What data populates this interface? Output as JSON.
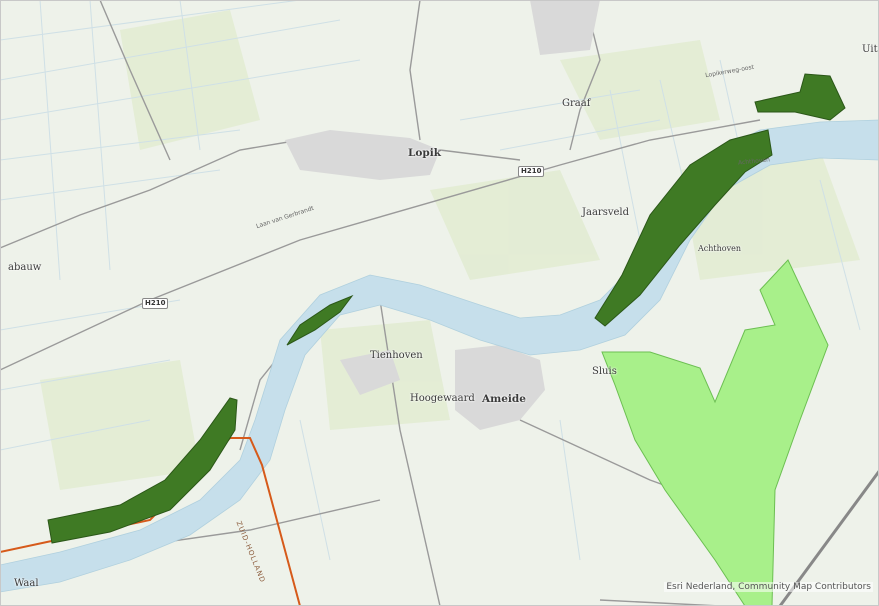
{
  "places": {
    "lopik": "Lopik",
    "graaf": "Graaf",
    "jaarsveld": "Jaarsveld",
    "achthoven": "Achthoven",
    "tienhoven": "Tienhoven",
    "hoogewaard": "Hoogewaard",
    "ameide": "Ameide",
    "sluis": "Sluis",
    "waal": "Waal",
    "uit": "Uit",
    "abauw": "abauw"
  },
  "roads": {
    "h210_east": "H210",
    "h210_west": "H210",
    "laan": "Laan van Gerbrandt",
    "achthoven_road": "Achthoven",
    "lopikerweg": "Lopikerweg-oost"
  },
  "province": "ZUID-HOLLAND",
  "attribution": "Esri Nederland, Community Map Contributors",
  "colors": {
    "river": "#c6dfeb",
    "dark_polygon": "#3f7a24",
    "light_polygon": "#a8f08a",
    "boundary": "#d65a1a",
    "background": "#eef2ea"
  }
}
